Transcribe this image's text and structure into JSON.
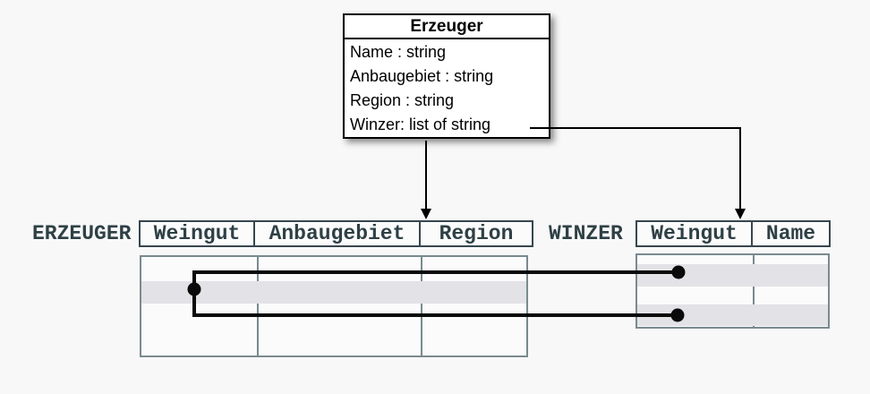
{
  "class_box": {
    "title": "Erzeuger",
    "attributes": [
      "Name : string",
      "Anbaugebiet : string",
      "Region : string",
      "Winzer: list of string"
    ]
  },
  "erzeuger_table": {
    "label": "ERZEUGER",
    "columns": [
      "Weingut",
      "Anbaugebiet",
      "Region"
    ],
    "highlighted_rows": 1
  },
  "winzer_table": {
    "label": "WINZER",
    "columns": [
      "Weingut",
      "Name"
    ],
    "highlighted_rows": 2
  },
  "colors": {
    "background": "#f8f8f9",
    "table_text": "#2e4045",
    "header_border": "#37474f",
    "body_border": "#798a8e",
    "row_highlight": "#e2e2e7",
    "connector_line": "#000000",
    "class_box_bg": "#ffffff"
  }
}
